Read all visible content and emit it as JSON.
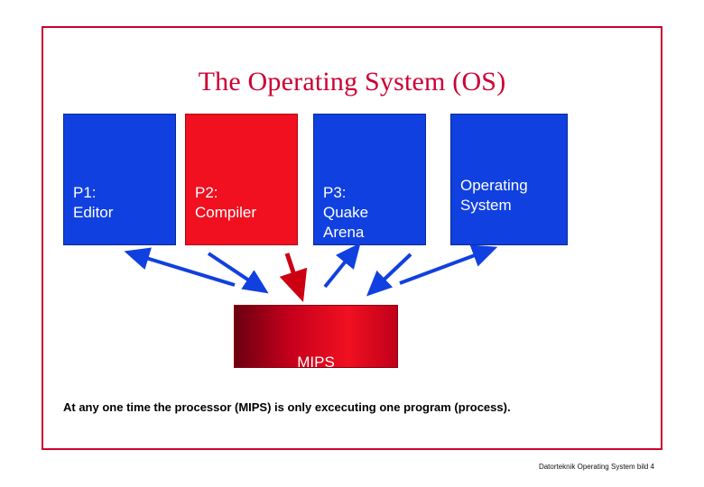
{
  "slide": {
    "title": "The Operating System (OS)",
    "caption": "At any one time the processor (MIPS) is only excecuting one program (process).",
    "footer": "Datorteknik Operating System bild 4",
    "colors": {
      "border": "#cc0033",
      "title": "#cc0033",
      "process_blue": "#1040e0",
      "process_red": "#f01020",
      "arrow_blue": "#1040e0",
      "arrow_red": "#cc0011"
    },
    "boxes": [
      {
        "id": "p1",
        "label": "P1:\nEditor",
        "fill": "blue"
      },
      {
        "id": "p2",
        "label": "P2:\nCompiler",
        "fill": "red"
      },
      {
        "id": "p3",
        "label": "P3:\nQuake\nArena",
        "fill": "blue"
      },
      {
        "id": "os",
        "label": "Operating\nSystem",
        "fill": "blue"
      },
      {
        "id": "mips",
        "label": "MIPS",
        "fill": "red-gradient"
      }
    ]
  }
}
